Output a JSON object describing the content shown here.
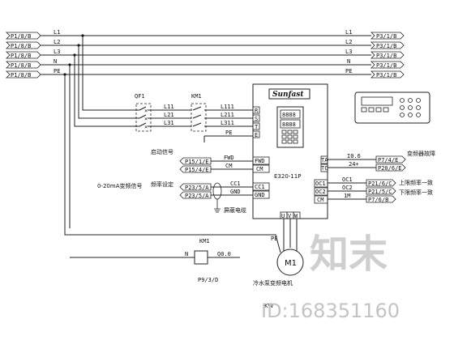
{
  "bus": {
    "left_tags": [
      "P1/8/B",
      "P1/8/B",
      "P1/8/B",
      "P1/8/B",
      "P1/8/B"
    ],
    "right_tags": [
      "P3/1/B",
      "P3/1/B",
      "P3/1/B",
      "P3/1/B",
      "P3/1/B"
    ],
    "line_names": [
      "L1",
      "L2",
      "L3",
      "N",
      "PE"
    ]
  },
  "breaker": {
    "label": "QF1",
    "outputs": [
      "L11",
      "L21",
      "L31"
    ]
  },
  "contactor": {
    "label": "KM1",
    "outputs": [
      "L111",
      "L211",
      "L311"
    ],
    "pe_label": "PE"
  },
  "inverter": {
    "logo": "Sunfast",
    "model": "E320-11P",
    "power_terminals": [
      "R",
      "S",
      "T",
      "E"
    ],
    "display_digits": "8888",
    "keypad_digits": "8888",
    "control_terminals": [
      "FWD",
      "CM",
      "CC1",
      "GND"
    ],
    "relay_terminals": [
      "TA",
      "TC"
    ],
    "output_terminals": [
      "OC1",
      "OC2",
      "CM"
    ],
    "motor_terminals": [
      "U",
      "V",
      "W"
    ]
  },
  "signals": {
    "run_signal": "启动信号",
    "run_refs": [
      "P15/1/E",
      "P15/4/E"
    ],
    "run_wires": [
      "FWD",
      "CM"
    ],
    "freq_signal": "0-20mA变频信号",
    "freq_set": "频率设定",
    "freq_refs": [
      "P23/5/A",
      "P23/5/A"
    ],
    "freq_wires": [
      "CC1",
      "GND"
    ],
    "shield": "屏蔽电缆"
  },
  "relays": {
    "fault_wires": [
      "I0.6",
      "24+"
    ],
    "fault_refs": [
      "P7/4/E",
      "P20/6/E"
    ],
    "fault_label": "变频器故障",
    "limit_wires": [
      "OC1",
      "OC2",
      "1M"
    ],
    "limit_refs": [
      "P21/6/C",
      "P21/5/C",
      "P7/6/B"
    ],
    "upper_label": "上限频率一致",
    "lower_label": "下限频率一致"
  },
  "motor": {
    "label": "M1",
    "pe_label": "PE",
    "caption": "冷水泵变频电机",
    "power": "KW"
  },
  "coil": {
    "label": "KM1",
    "n_label": "N",
    "q_label": "Q0.0",
    "ref": "P9/3/D"
  },
  "watermark": {
    "brand": "知末",
    "id": "ID:168351160"
  }
}
